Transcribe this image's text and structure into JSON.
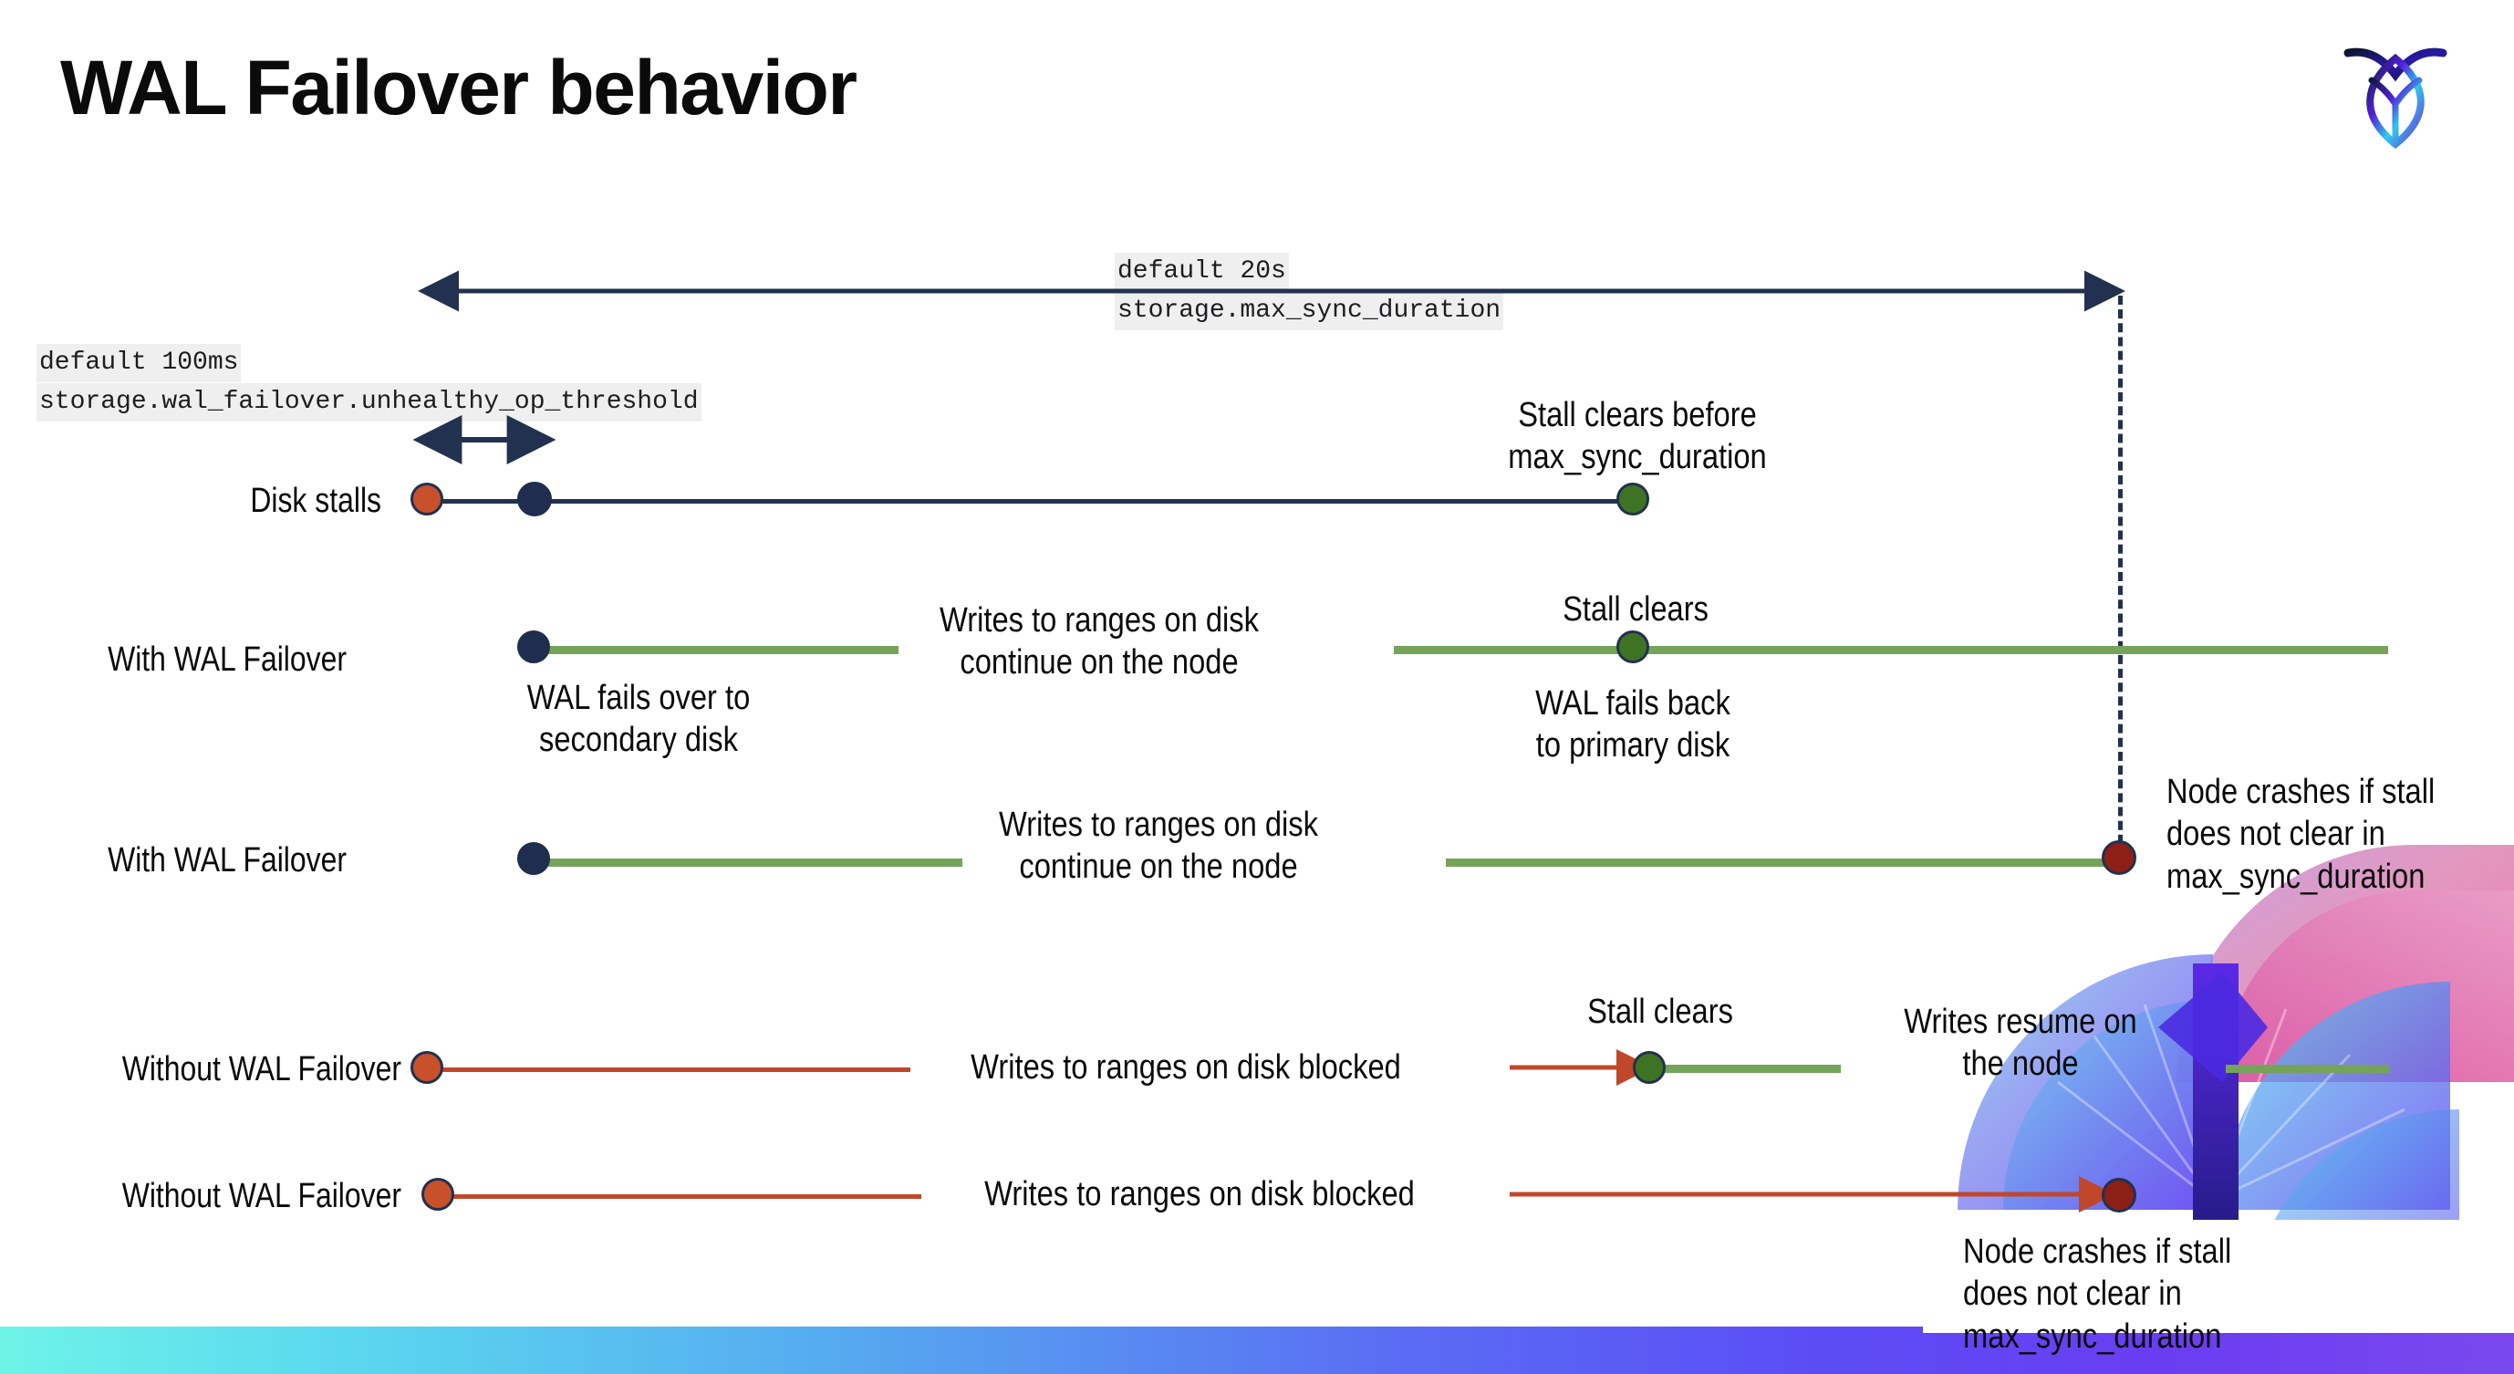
{
  "slide": {
    "title": "WAL Failover behavior",
    "brand_logo": "cockroach-labs-logo",
    "accent_colors": {
      "navy": "#21314f",
      "green": "#76a35a",
      "green_dot": "#3e7324",
      "orange_dot": "#c8502b",
      "red_line": "#c0472a",
      "dark_red_dot": "#8d1f16",
      "code_chip_bg": "#efefef",
      "bar_gradient_start": "#6ef3e8",
      "bar_gradient_end": "#7b48ee"
    }
  },
  "settings": {
    "max_sync": {
      "default_label": "default 20s",
      "setting_name": "storage.max_sync_duration"
    },
    "unhealthy_op": {
      "default_label": "default 100ms",
      "setting_name": "storage.wal_failover.unhealthy_op_threshold"
    }
  },
  "rows": [
    {
      "id": "disk-stalls",
      "label": "Disk stalls",
      "annotations": [
        {
          "id": "stall-clears-before",
          "text": "Stall clears before\nmax_sync_duration"
        }
      ]
    },
    {
      "id": "with-wal-failover-recovers",
      "label": "With WAL Failover",
      "annotations": [
        {
          "id": "writes-continue",
          "text": "Writes to ranges on disk\ncontinue on the node"
        },
        {
          "id": "stall-clears",
          "text": "Stall clears"
        },
        {
          "id": "wal-fails-over",
          "text": "WAL fails over to\nsecondary disk"
        },
        {
          "id": "wal-fails-back",
          "text": "WAL fails  back\nto primary disk"
        }
      ]
    },
    {
      "id": "with-wal-failover-crashes",
      "label": "With WAL Failover",
      "annotations": [
        {
          "id": "writes-continue-2",
          "text": "Writes to ranges on disk\ncontinue on the node"
        },
        {
          "id": "node-crashes-1",
          "text": "Node crashes if stall\ndoes not clear in\nmax_sync_duration"
        }
      ]
    },
    {
      "id": "without-wal-failover-recovers",
      "label": "Without WAL Failover",
      "annotations": [
        {
          "id": "writes-blocked",
          "text": "Writes to ranges on disk  blocked"
        },
        {
          "id": "stall-clears-2",
          "text": "Stall clears"
        },
        {
          "id": "writes-resume",
          "text": "Writes resume on\nthe node"
        }
      ]
    },
    {
      "id": "without-wal-failover-crashes",
      "label": "Without WAL Failover",
      "annotations": [
        {
          "id": "writes-blocked-2",
          "text": "Writes to ranges on disk  blocked"
        },
        {
          "id": "node-crashes-2",
          "text": "Node crashes if stall\ndoes not clear in\nmax_sync_duration"
        }
      ]
    }
  ]
}
